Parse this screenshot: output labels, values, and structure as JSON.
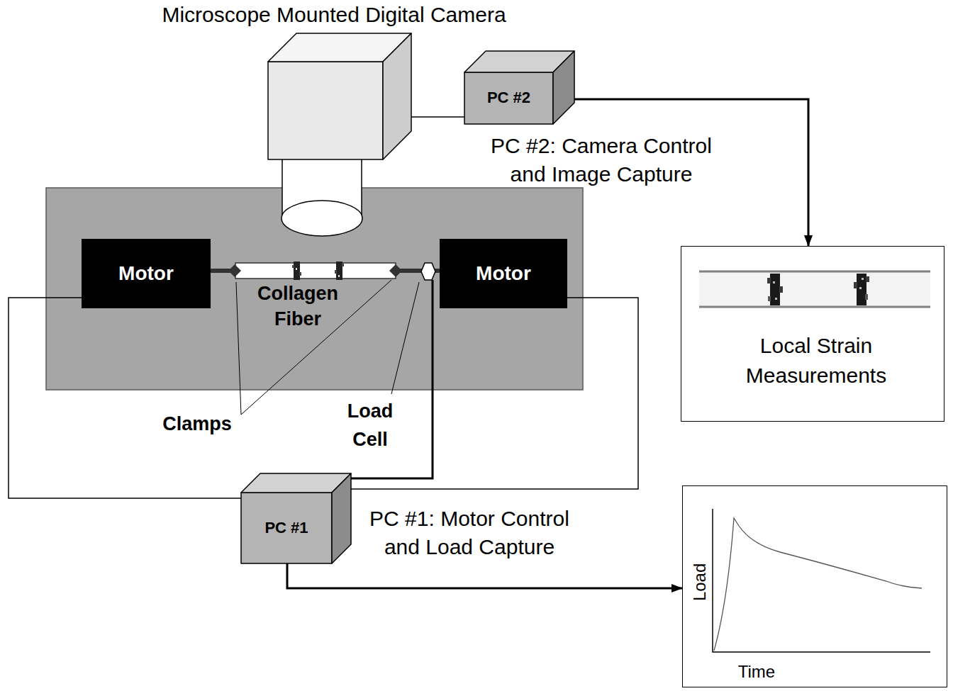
{
  "diagram": {
    "nodes": [
      {
        "text": [
          "Microscope Mounted Digital Camera"
        ]
      },
      {
        "text": [
          "PC #2",
          "PC #2: Camera Control and Image Capture"
        ]
      },
      {
        "text": [
          "Local Strain Measurements"
        ]
      },
      {
        "text": [
          "Motor"
        ]
      },
      {
        "text": [
          "Motor"
        ]
      },
      {
        "text": [
          "PC #1",
          "PC #1: Motor Control and Load Capture"
        ]
      },
      {
        "text": [
          "Load",
          "Time"
        ]
      }
    ],
    "edges": [
      {
        "from": 0,
        "to": 1,
        "arrow": "none"
      },
      {
        "from": 1,
        "to": 2,
        "arrow": "to"
      },
      {
        "from": 3,
        "to": 5,
        "arrow": "none"
      },
      {
        "from": 4,
        "to": 5,
        "arrow": "none"
      },
      {
        "from": 5,
        "to": 6,
        "arrow": "to"
      }
    ],
    "labels": [
      "Collagen Fiber",
      "Clamps",
      "Load Cell"
    ]
  }
}
